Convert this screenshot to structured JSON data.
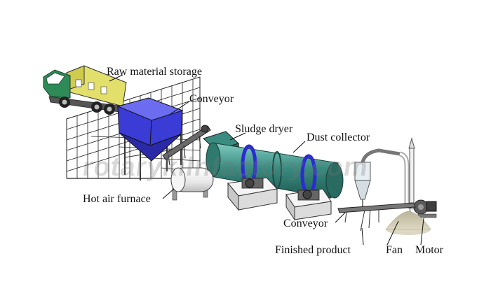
{
  "watermark": "rotarykilnfactory.com",
  "labels": {
    "raw_material_storage": "Raw material storage",
    "conveyor_top": "Conveyor",
    "sludge_dryer": "Sludge dryer",
    "dust_collector": "Dust collector",
    "hot_air_furnace": "Hot air furnace",
    "conveyor_bottom": "Conveyor",
    "finished_product": "Finished product",
    "fan": "Fan",
    "motor": "Motor"
  },
  "colors": {
    "truck_cab": "#2e8b57",
    "truck_body": "#e2e06a",
    "hopper": "#3b3bd6",
    "dryer_drum": "#3a8c80",
    "drum_ring": "#2b2bd4",
    "furnace": "#f0f0f0",
    "product_pile": "#c9c2a8"
  }
}
